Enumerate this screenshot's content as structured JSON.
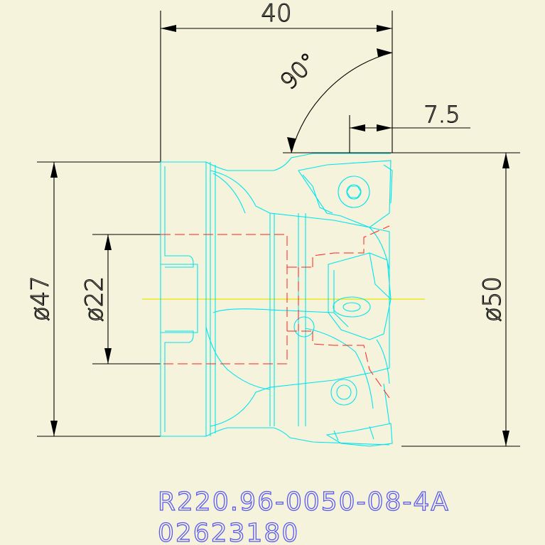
{
  "dimensions": {
    "width_total": "40",
    "angle": "90°",
    "offset": "7.5",
    "diameter_shank": "ø47",
    "diameter_bore": "ø22",
    "diameter_cutter": "ø50"
  },
  "caption": {
    "part_number": "R220.96-0050-08-4A",
    "order_code": "02623180"
  },
  "colors": {
    "background": "#F5F3DC",
    "outline": "#00E5EE",
    "hidden_lines": "#FF2020",
    "centerline": "#E8E800",
    "dimensions": "#000000",
    "caption": "#5A5AF0"
  }
}
